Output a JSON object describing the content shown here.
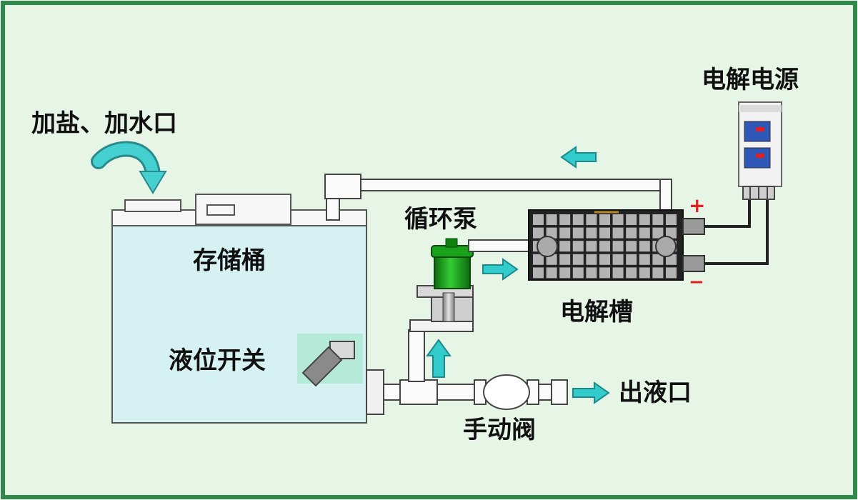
{
  "labels": {
    "inlet": "加盐、加水口",
    "power_supply": "电解电源",
    "tank": "存储桶",
    "pump": "循环泵",
    "cell": "电解槽",
    "level_switch": "液位开关",
    "outlet": "出液口",
    "valve": "手动阀",
    "plus": "+",
    "minus": "−"
  },
  "colors": {
    "background": "#e6f5e6",
    "frame": "#2f8a4a",
    "tank_water": "#d6f1f1",
    "arrow": "#33cccc",
    "pump_green": "#1aa31a",
    "polarity": "#e02020"
  }
}
